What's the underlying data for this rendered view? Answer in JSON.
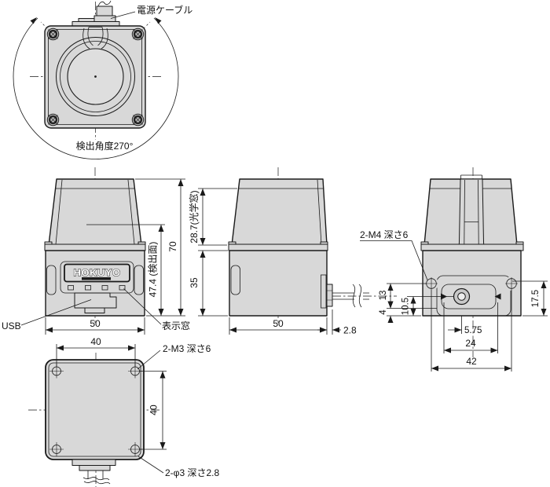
{
  "labels": {
    "power_cable": "電源ケーブル",
    "detection_angle": "検出角度270°",
    "usb": "USB",
    "display_window": "表示窓",
    "logo": "HOKUYO",
    "screw_note_m4": "2-M4 深さ6",
    "screw_note_m3": "2-M3 深さ6",
    "hole_note_phi3": "2-φ3 深さ2.8"
  },
  "dimensions": {
    "front": {
      "width": "50",
      "total_height": "70",
      "detection_height": "47.4 (検出面)"
    },
    "side": {
      "optical_window": "28.7(光学窓)",
      "body_height": "35",
      "width": "50",
      "connector_depth": "2.8"
    },
    "rear": {
      "d13": "13",
      "d10_5": "10.5",
      "d4": "4",
      "d17_5": "17.5",
      "d5_75": "5.75",
      "d24": "24",
      "d42": "42"
    },
    "bottom": {
      "hole_pitch_x": "40",
      "hole_pitch_y": "40"
    }
  },
  "colors": {
    "body_fill": "#d8d8d8",
    "line": "#1a1a1a",
    "background": "#ffffff"
  }
}
